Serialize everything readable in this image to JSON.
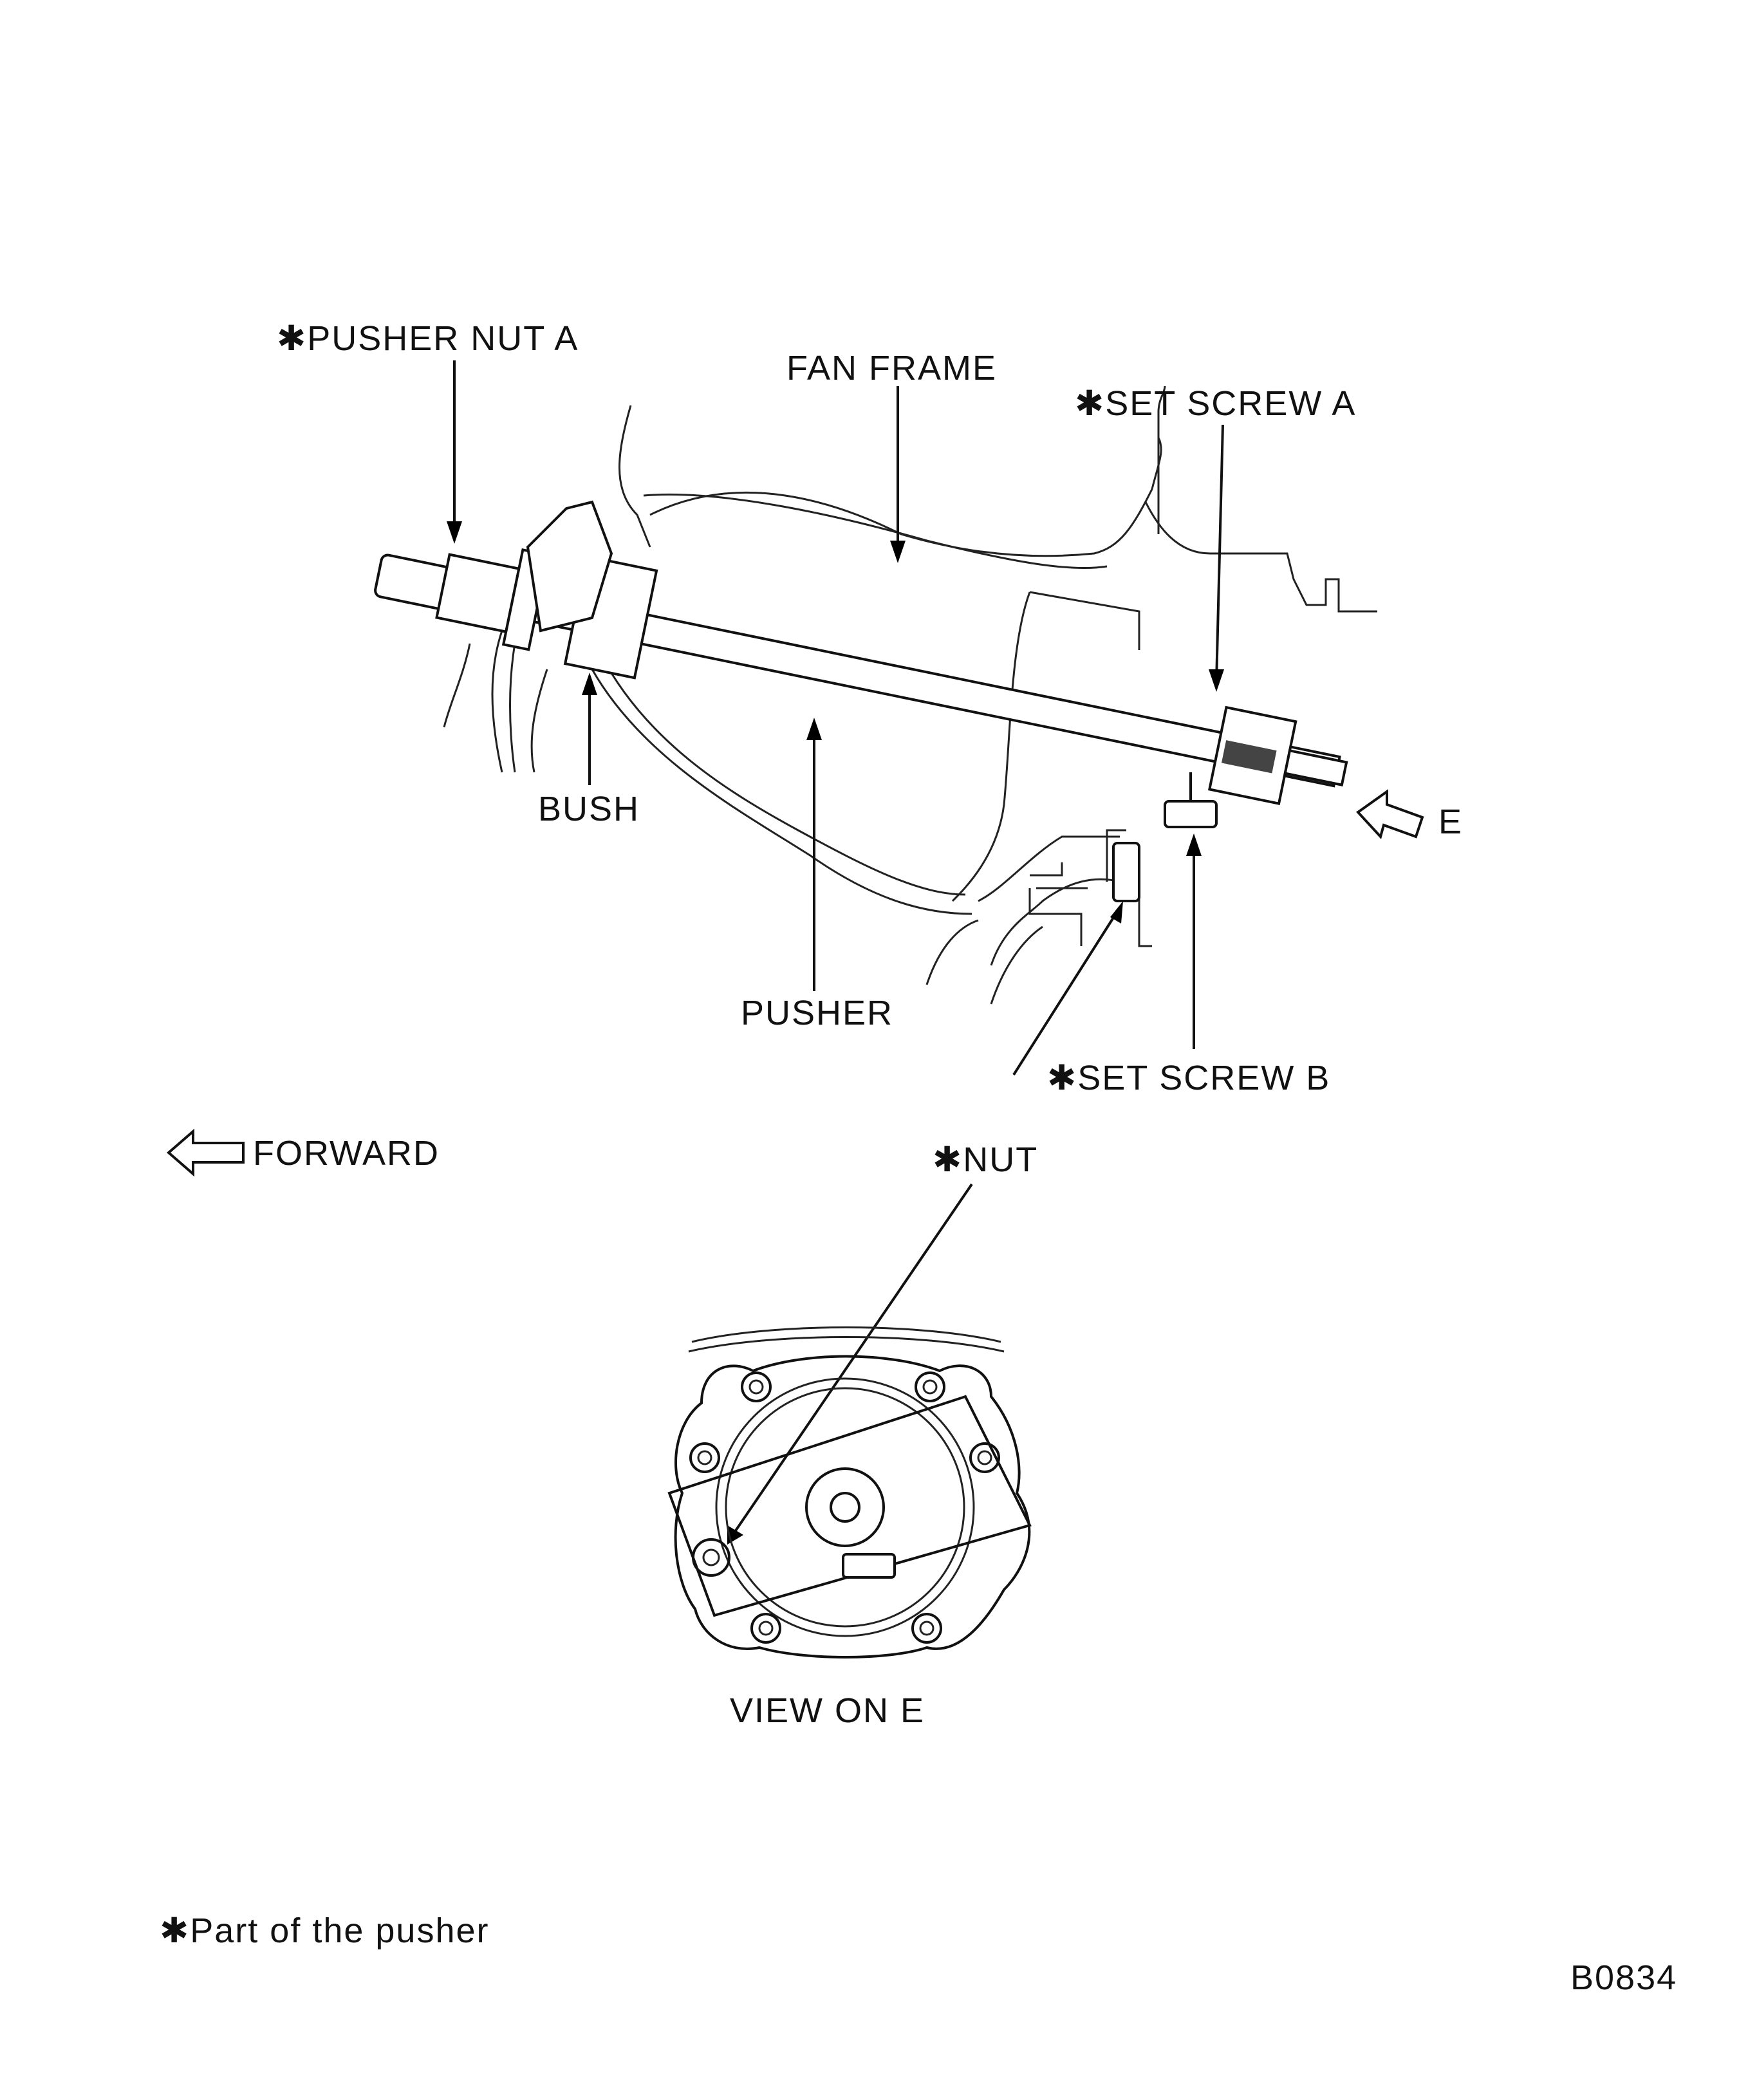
{
  "labels": {
    "pusher_nut_a": "✱PUSHER NUT A",
    "fan_frame": "FAN FRAME",
    "set_screw_a": "✱SET SCREW A",
    "bush": "BUSH",
    "e": "E",
    "pusher": "PUSHER",
    "set_screw_b": "✱SET SCREW B",
    "forward": "FORWARD",
    "nut": "✱NUT",
    "view_on_e": "VIEW ON E"
  },
  "footnote": "✱Part of the pusher",
  "figure_id": "B0834"
}
